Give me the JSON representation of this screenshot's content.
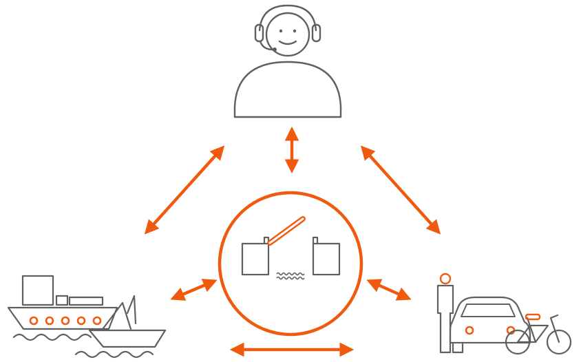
{
  "diagram": {
    "nodes": [
      {
        "id": "operator",
        "icon": "operator-headset-icon"
      },
      {
        "id": "bridge",
        "icon": "bascule-bridge-icon"
      },
      {
        "id": "vessels",
        "icon": "ships-icon"
      },
      {
        "id": "road_users",
        "icon": "road-users-icon"
      }
    ],
    "connections": [
      {
        "from": "operator",
        "to": "bridge"
      },
      {
        "from": "operator",
        "to": "vessels"
      },
      {
        "from": "operator",
        "to": "road_users"
      },
      {
        "from": "bridge",
        "to": "vessels"
      },
      {
        "from": "bridge",
        "to": "road_users"
      },
      {
        "from": "vessels",
        "to": "road_users"
      }
    ],
    "arrow_style": "bidirectional"
  },
  "colors": {
    "accent": "#f05a0f",
    "line": "#5f5f5f",
    "background": "#ffffff"
  }
}
